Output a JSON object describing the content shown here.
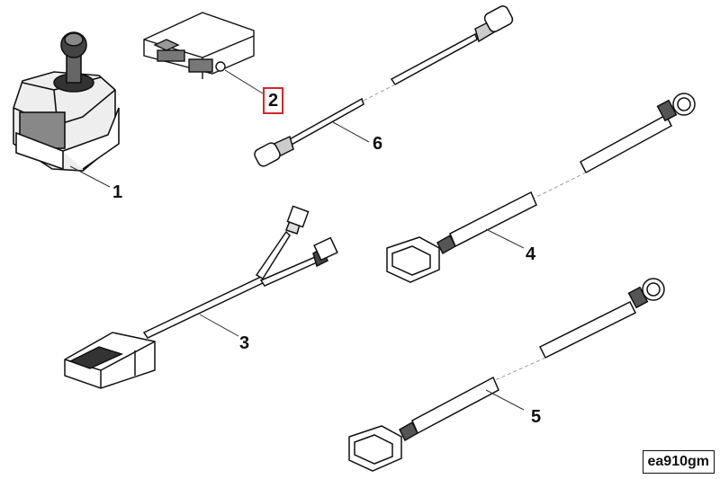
{
  "diagram": {
    "code": "ea910gm",
    "colors": {
      "ink": "#111111",
      "shade": "#7a7a7a",
      "highlight": "#d8262b"
    },
    "parts": [
      {
        "id": "joystick",
        "icon": "joystick-icon",
        "label": "1"
      },
      {
        "id": "control-module",
        "icon": "control-module-icon",
        "label": "2",
        "highlighted": true
      },
      {
        "id": "wire-harness",
        "icon": "wire-harness-icon",
        "label": "3"
      },
      {
        "id": "cable-4",
        "icon": "cable-icon",
        "label": "4"
      },
      {
        "id": "cable-5",
        "icon": "cable-icon",
        "label": "5"
      },
      {
        "id": "coax-cable",
        "icon": "coax-cable-icon",
        "label": "6"
      }
    ]
  }
}
